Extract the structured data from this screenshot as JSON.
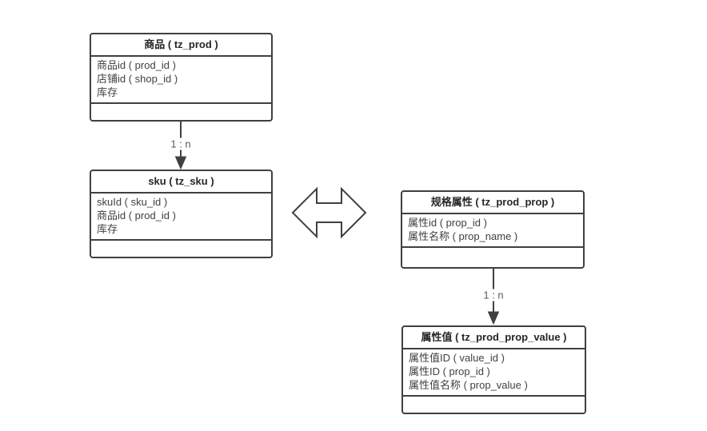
{
  "diagram": {
    "title": "product-sku-property-schema",
    "entities": [
      {
        "id": "prod",
        "title": "商品 ( tz_prod )",
        "fields": [
          "商品id ( prod_id )",
          "店铺id ( shop_id )",
          "库存"
        ]
      },
      {
        "id": "sku",
        "title": "sku ( tz_sku )",
        "fields": [
          "skuId ( sku_id )",
          "商品id ( prod_id )",
          "库存"
        ]
      },
      {
        "id": "prop",
        "title": "规格属性 ( tz_prod_prop )",
        "fields": [
          "属性id ( prop_id )",
          "属性名称 ( prop_name )"
        ]
      },
      {
        "id": "value",
        "title": "属性值 ( tz_prod_prop_value )",
        "fields": [
          "属性值ID ( value_id )",
          "属性ID ( prop_id )",
          "属性值名称 ( prop_value )"
        ]
      }
    ],
    "relations": [
      {
        "from": "prod",
        "to": "sku",
        "label": "1 : n"
      },
      {
        "from": "prop",
        "to": "value",
        "label": "1 : n"
      }
    ],
    "connector": {
      "type": "double-arrow",
      "between": [
        "sku",
        "prop"
      ]
    },
    "colors": {
      "border": "#404040",
      "title_text": "#262626",
      "field_text": "#404040",
      "label_text": "#595959",
      "background": "#ffffff"
    }
  }
}
